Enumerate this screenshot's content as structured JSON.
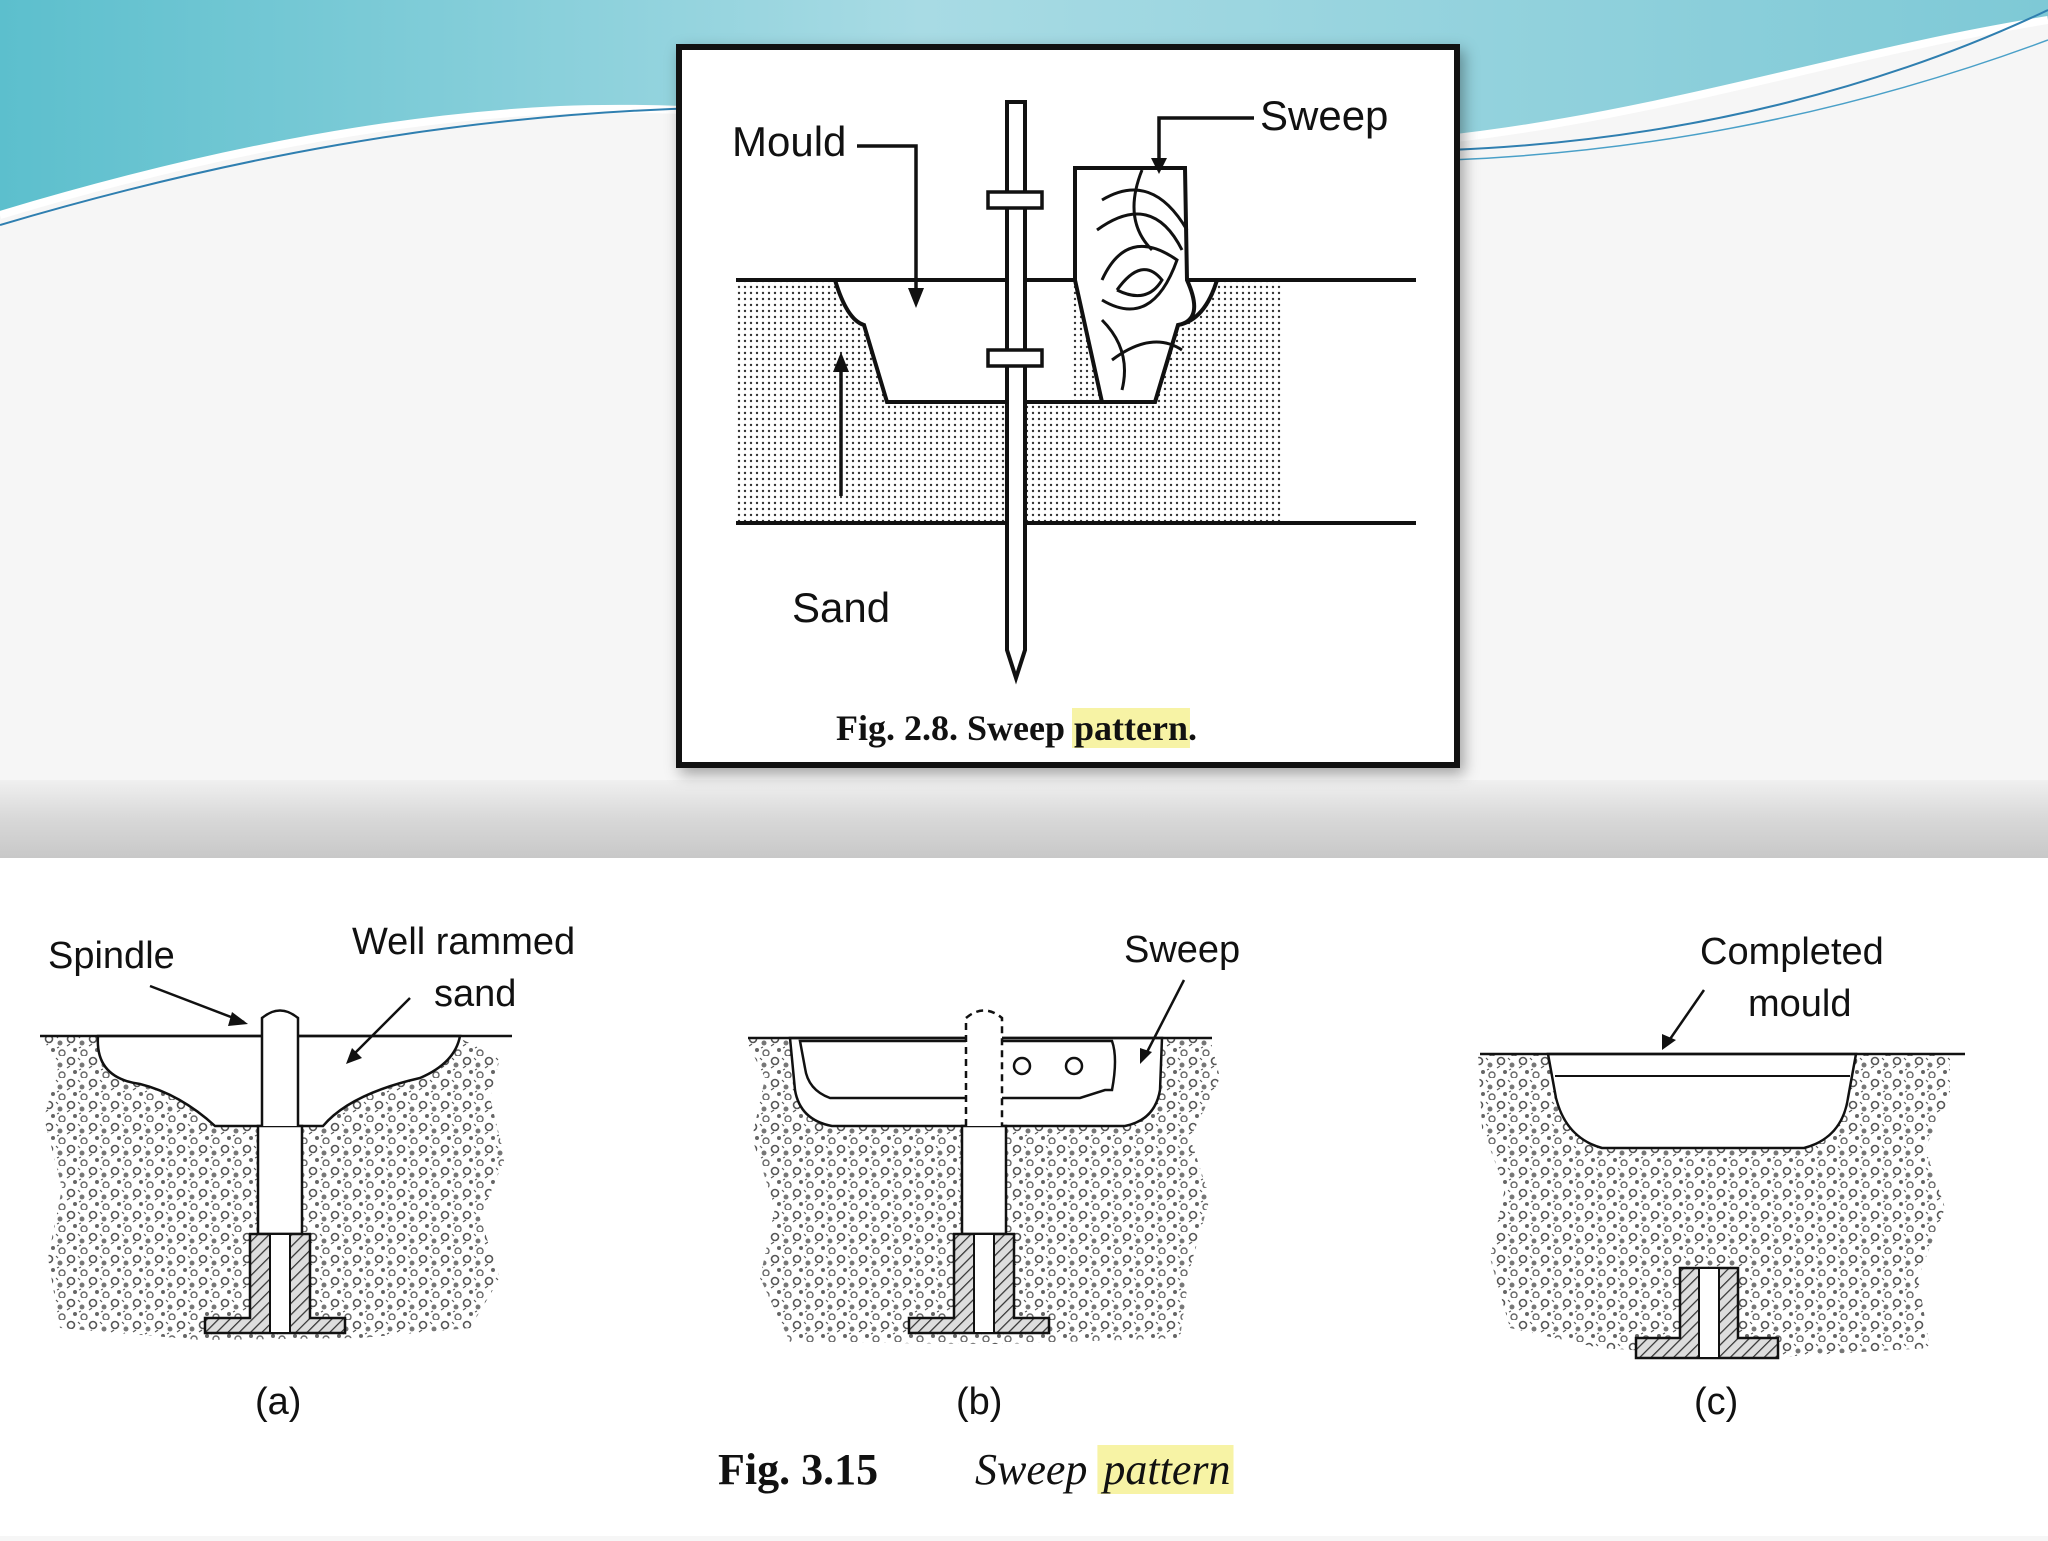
{
  "figure1": {
    "labels": {
      "mould": "Mould",
      "sweep": "Sweep",
      "sand": "Sand"
    },
    "caption": {
      "prefix": "Fig. 2.8. Sweep ",
      "highlight": "pattern",
      "suffix": "."
    }
  },
  "figure2": {
    "panel_a": {
      "spindle": "Spindle",
      "sand_line1": "Well rammed",
      "sand_line2": "sand",
      "tag": "(a)"
    },
    "panel_b": {
      "sweep": "Sweep",
      "tag": "(b)"
    },
    "panel_c": {
      "mould_line1": "Completed",
      "mould_line2": "mould",
      "tag": "(c)"
    },
    "caption": {
      "number": "Fig. 3.15",
      "title": "Sweep",
      "highlight": "pattern"
    }
  },
  "colors": {
    "teal_light": "#9fd8e2",
    "teal_dark": "#5fb6c8",
    "highlight": "#f7f3a5",
    "band_grey": "#cfcfcf",
    "ink": "#111111"
  }
}
